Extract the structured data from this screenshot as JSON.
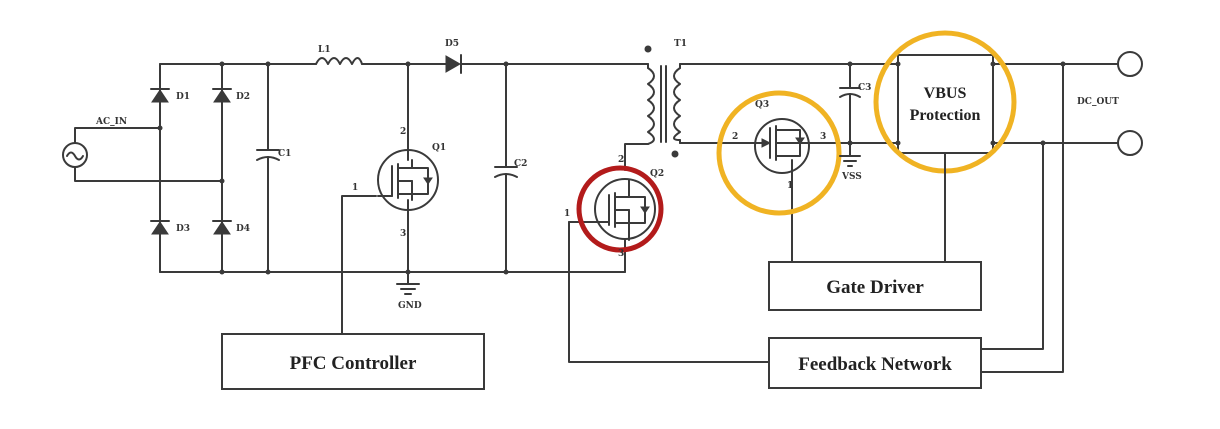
{
  "labels": {
    "ac_in": "AC_IN",
    "d1": "D1",
    "d2": "D2",
    "d3": "D3",
    "d4": "D4",
    "l1": "L1",
    "d5": "D5",
    "c1": "C1",
    "q1": "Q1",
    "c2": "C2",
    "q2": "Q2",
    "t1": "T1",
    "q3": "Q3",
    "c3": "C3",
    "vss": "VSS",
    "gnd": "GND",
    "dc_out": "DC_OUT",
    "pin1_q1": "1",
    "pin2_q1": "2",
    "pin3_q1": "3",
    "pin1_q2": "1",
    "pin2_q2": "2",
    "pin3_q2": "3",
    "pin2_q3": "2",
    "pin3_q3": "3",
    "pin1_q3": "1"
  },
  "blocks": {
    "pfc_controller": "PFC Controller",
    "gate_driver": "Gate Driver",
    "feedback_network": "Feedback Network",
    "vbus_line1": "VBUS",
    "vbus_line2": "Protection"
  },
  "highlight_colors": {
    "q2_circle": "#b31b1b",
    "q3_circle": "#f0b323",
    "vbus_circle": "#f0b323"
  }
}
